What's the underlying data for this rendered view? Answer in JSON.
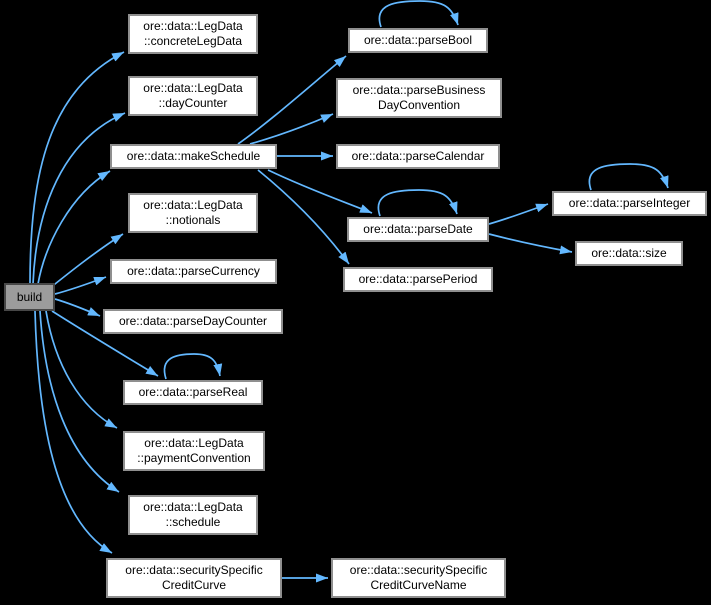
{
  "graph": {
    "type": "doxygen-call-graph",
    "colors": {
      "background": "#000000",
      "edge": "#63b8ff",
      "node_fill": "#ffffff",
      "node_border": "#8f8f8f",
      "node_text": "#000000",
      "root_fill": "#9c9c9c",
      "root_border": "#474747"
    },
    "nodes": {
      "build": {
        "label": "build",
        "root": true
      },
      "leg_concrete": {
        "label": "ore::data::LegData\n::concreteLegData"
      },
      "leg_day_counter": {
        "label": "ore::data::LegData\n::dayCounter"
      },
      "make_schedule": {
        "label": "ore::data::makeSchedule"
      },
      "leg_notionals": {
        "label": "ore::data::LegData\n::notionals"
      },
      "parse_currency": {
        "label": "ore::data::parseCurrency"
      },
      "parse_day_counter": {
        "label": "ore::data::parseDayCounter"
      },
      "parse_real": {
        "label": "ore::data::parseReal"
      },
      "leg_payment_convention": {
        "label": "ore::data::LegData\n::paymentConvention"
      },
      "leg_schedule": {
        "label": "ore::data::LegData\n::schedule"
      },
      "sec_credit_curve": {
        "label": "ore::data::securitySpecific\nCreditCurve"
      },
      "parse_bool": {
        "label": "ore::data::parseBool"
      },
      "parse_business_day_convention": {
        "label": "ore::data::parseBusiness\nDayConvention"
      },
      "parse_calendar": {
        "label": "ore::data::parseCalendar"
      },
      "parse_date": {
        "label": "ore::data::parseDate"
      },
      "parse_period": {
        "label": "ore::data::parsePeriod"
      },
      "parse_integer": {
        "label": "ore::data::parseInteger"
      },
      "size": {
        "label": "ore::data::size"
      },
      "sec_credit_curve_name": {
        "label": "ore::data::securitySpecific\nCreditCurveName"
      }
    },
    "edges": [
      {
        "from": "build",
        "to": "leg_concrete"
      },
      {
        "from": "build",
        "to": "leg_day_counter"
      },
      {
        "from": "build",
        "to": "make_schedule"
      },
      {
        "from": "build",
        "to": "leg_notionals"
      },
      {
        "from": "build",
        "to": "parse_currency"
      },
      {
        "from": "build",
        "to": "parse_day_counter"
      },
      {
        "from": "build",
        "to": "parse_real"
      },
      {
        "from": "build",
        "to": "leg_payment_convention"
      },
      {
        "from": "build",
        "to": "leg_schedule"
      },
      {
        "from": "build",
        "to": "sec_credit_curve"
      },
      {
        "from": "make_schedule",
        "to": "parse_bool"
      },
      {
        "from": "make_schedule",
        "to": "parse_business_day_convention"
      },
      {
        "from": "make_schedule",
        "to": "parse_calendar"
      },
      {
        "from": "make_schedule",
        "to": "parse_date"
      },
      {
        "from": "make_schedule",
        "to": "parse_period"
      },
      {
        "from": "parse_date",
        "to": "parse_integer"
      },
      {
        "from": "parse_date",
        "to": "size"
      },
      {
        "from": "sec_credit_curve",
        "to": "sec_credit_curve_name"
      },
      {
        "from": "parse_bool",
        "to": "parse_bool"
      },
      {
        "from": "parse_date",
        "to": "parse_date"
      },
      {
        "from": "parse_integer",
        "to": "parse_integer"
      },
      {
        "from": "parse_real",
        "to": "parse_real"
      }
    ]
  }
}
